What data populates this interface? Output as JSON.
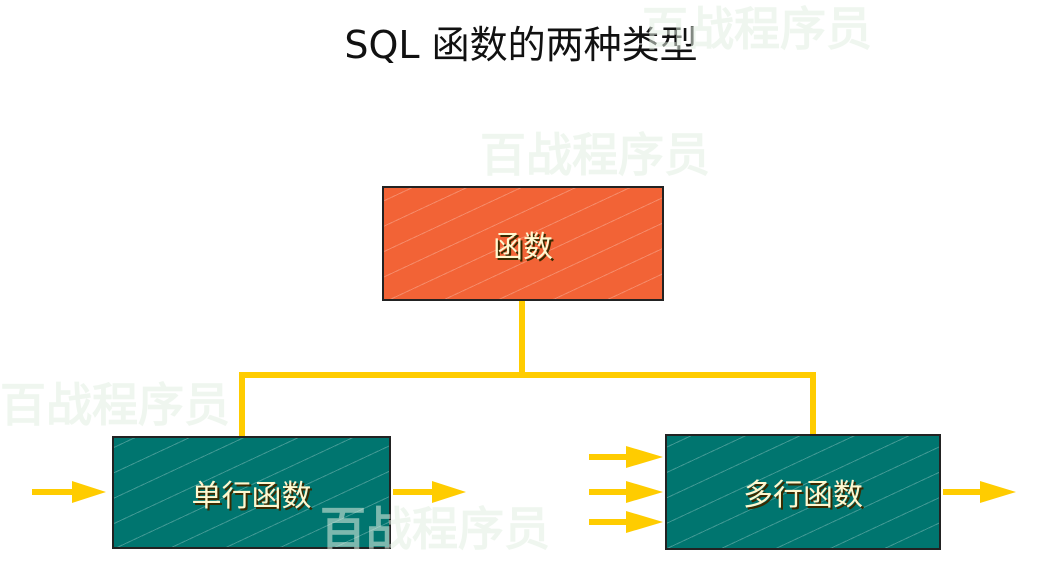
{
  "title": "SQL 函数的两种类型",
  "watermark": "百战程序员",
  "nodes": {
    "root": "函数",
    "single": "单行函数",
    "multi": "多行函数"
  },
  "colors": {
    "root": "#f26336",
    "child": "#00756f",
    "connector": "#ffcc00"
  }
}
